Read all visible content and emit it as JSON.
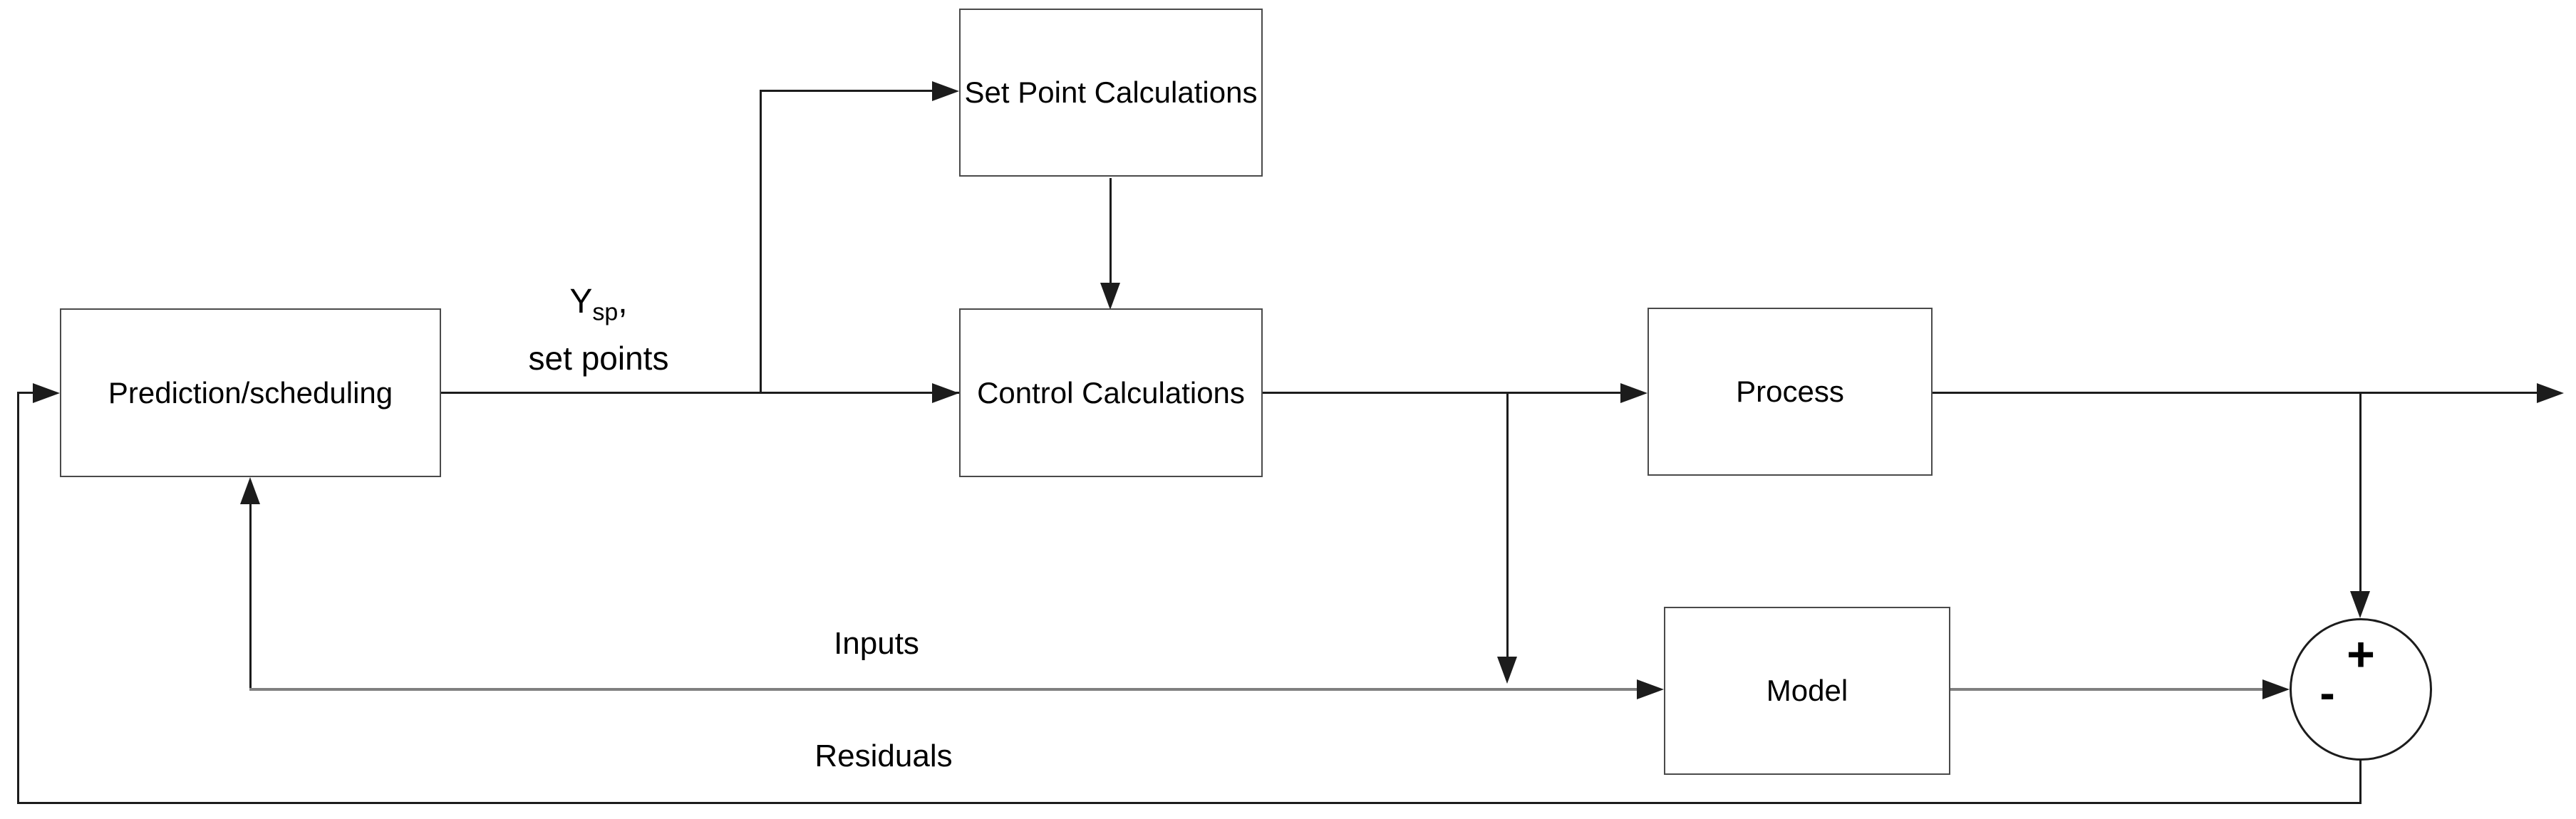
{
  "diagram": {
    "boxes": {
      "prediction": {
        "label": "Prediction/scheduling"
      },
      "setpoint": {
        "label": "Set Point Calculations"
      },
      "control": {
        "label": "Control Calculations"
      },
      "process": {
        "label": "Process"
      },
      "model": {
        "label": "Model"
      }
    },
    "labels": {
      "ysp_base": "Y",
      "ysp_sub": "sp",
      "ysp_tail": ",",
      "ysp_line2": "set points",
      "inputs": "Inputs",
      "residuals": "Residuals"
    },
    "junction": {
      "plus": "+",
      "minus": "-"
    },
    "colors": {
      "line": "#1c1c1c",
      "gray_line": "#808080",
      "box_border": "#4a4a4a",
      "background": "#ffffff",
      "text": "#000000"
    }
  }
}
